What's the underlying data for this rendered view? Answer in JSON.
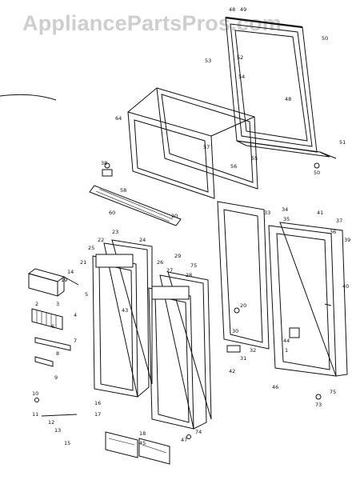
{
  "watermark": "AppliancePartsPros.com",
  "callouts": [
    "48",
    "49",
    "50",
    "53",
    "52",
    "54",
    "48",
    "51",
    "50",
    "64",
    "57",
    "55",
    "56",
    "58",
    "38",
    "60",
    "20",
    "33",
    "34",
    "41",
    "35",
    "37",
    "36",
    "39",
    "40",
    "23",
    "24",
    "22",
    "25",
    "26",
    "27",
    "28",
    "29",
    "21",
    "14",
    "19",
    "20",
    "30",
    "32",
    "31",
    "42",
    "43",
    "44",
    "1",
    "2",
    "3",
    "4",
    "5",
    "6",
    "7",
    "8",
    "9",
    "10",
    "11",
    "12",
    "13",
    "15",
    "16",
    "17",
    "18",
    "45",
    "46",
    "47",
    "73",
    "74",
    "75"
  ]
}
